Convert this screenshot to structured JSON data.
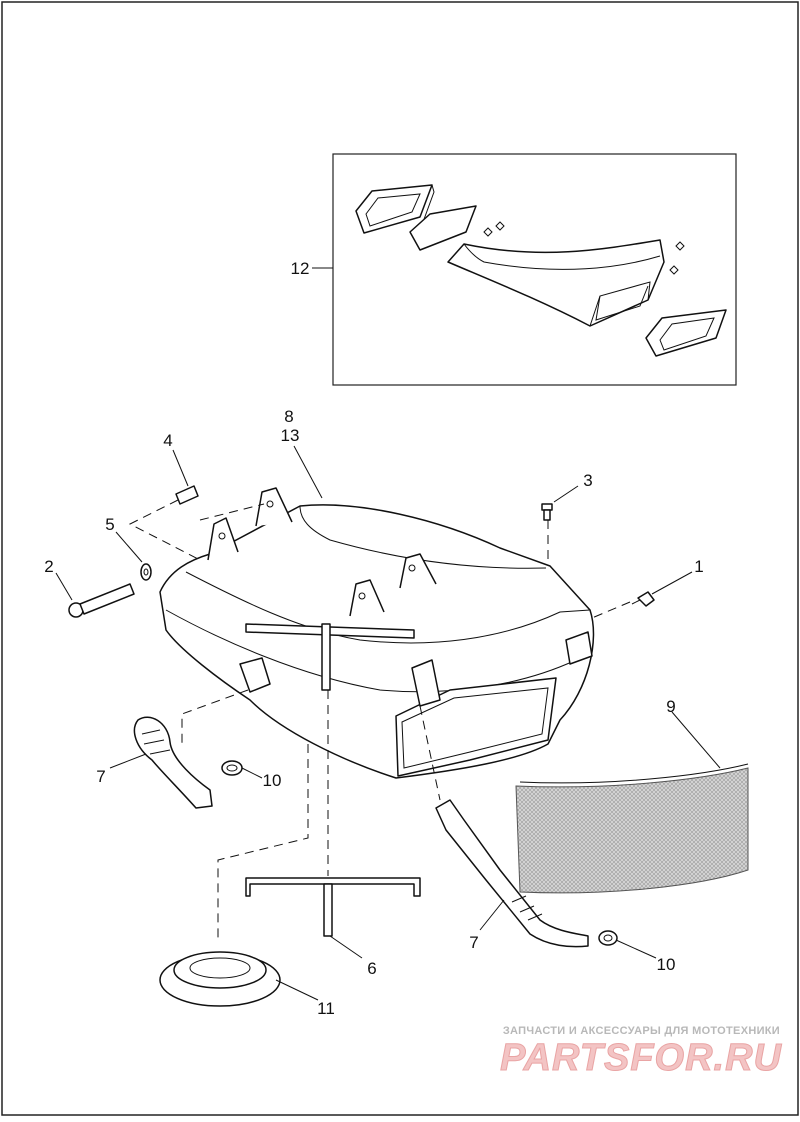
{
  "diagram": {
    "callouts": {
      "c1": "1",
      "c2": "2",
      "c3": "3",
      "c4": "4",
      "c5": "5",
      "c6": "6",
      "c7a": "7",
      "c7b": "7",
      "c8": "8",
      "c9": "9",
      "c10a": "10",
      "c10b": "10",
      "c11": "11",
      "c12": "12",
      "c13": "13"
    }
  },
  "watermark": {
    "tagline": "ЗАПЧАСТИ И АКСЕССУАРЫ ДЛЯ МОТОТЕХНИКИ",
    "logo": "PARTSFOR.RU"
  }
}
